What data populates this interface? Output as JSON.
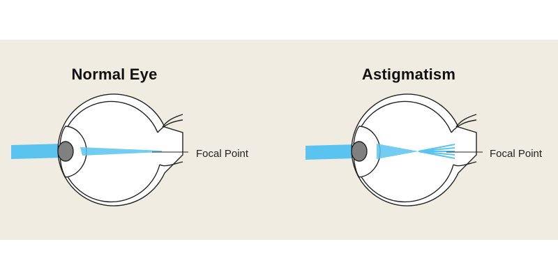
{
  "colors": {
    "panel_background": "#f0ece2",
    "light_ray": "#5bc3f0",
    "outline": "#222222",
    "eye_fill": "#ffffff",
    "pupil": "#808080"
  },
  "diagrams": [
    {
      "title": "Normal Eye",
      "focal_label": "Focal Point",
      "focus": "single point on retina"
    },
    {
      "title": "Astigmatism",
      "focal_label": "Focal Point",
      "focus": "multiple focal points"
    }
  ]
}
